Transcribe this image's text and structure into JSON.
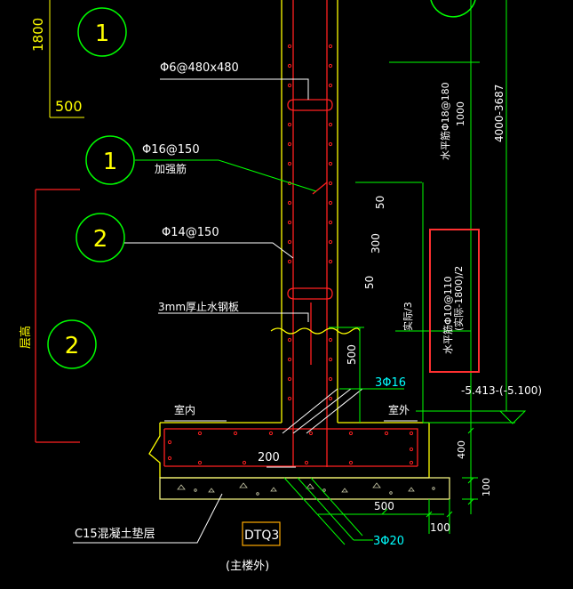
{
  "drawing": {
    "colors": {
      "background": "#000000",
      "wall_yellow": "#ffff00",
      "rebar_red": "#ff2020",
      "dimension_green": "#00ff00",
      "text_white": "#ffffff",
      "text_cyan": "#00ffff",
      "concrete_cushion": "#ffff88"
    },
    "labels": {
      "dim_1800": "1800",
      "dim_500_top": "500",
      "tie_bar": "Φ6@480x480",
      "reinf_bar": "Φ16@150",
      "reinf_note": "加强筋",
      "vert_bar": "Φ14@150",
      "waterstop": "3mm厚止水钢板",
      "floor_height": "层高",
      "indoor": "室内",
      "outdoor": "室外",
      "top_bars": "3Φ16",
      "bottom_bars": "3Φ20",
      "dim_200": "200",
      "dim_500_bottom": "500",
      "dim_100_bottom": "100",
      "dim_400": "400",
      "dim_100_right": "100",
      "dim_500_mid": "500",
      "dim_300": "300",
      "dim_50_a": "50",
      "dim_50_b": "50",
      "cushion": "C15混凝土垫层",
      "component_code": "DTQ3",
      "component_note": "(主楼外)",
      "horiz_bar_top": "水平筋Φ18@180",
      "dim_1000": "1000",
      "dim_range": "4000-3687",
      "horiz_bar_mid_1": "水平筋Φ10@110",
      "horiz_bar_mid_2": "(实际-1800)/2",
      "support_note": "实际/3",
      "elevation": "-5.413-(-5.100)"
    },
    "markers": {
      "m1_top": "1",
      "m1_mid": "1",
      "m2_mid": "2",
      "m2_left": "2"
    }
  }
}
